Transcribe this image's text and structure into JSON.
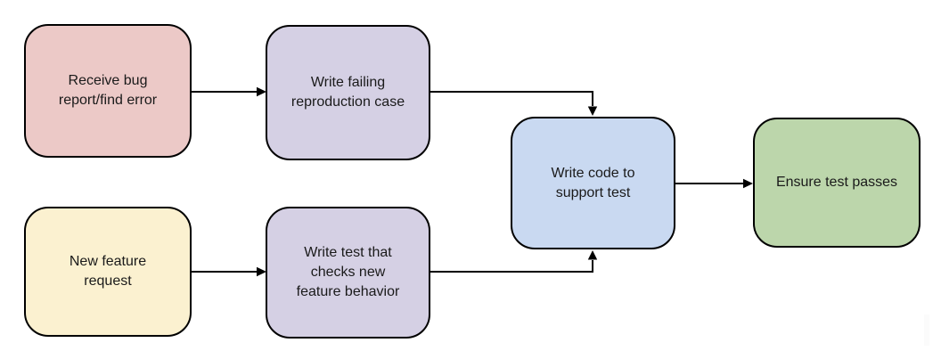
{
  "colors": {
    "background": "#ffffff",
    "border": "#000000",
    "arrow": "#000000",
    "text": "#1a1a1a",
    "artifact": "#fbfbfb",
    "nodes": {
      "receive_bug": "#ecc9c7",
      "write_failing": "#d5d0e4",
      "new_feature": "#fbf1d0",
      "write_test": "#d5d0e4",
      "write_code": "#c9d9f1",
      "ensure_pass": "#bcd6ab"
    }
  },
  "nodes": {
    "receive_bug": {
      "label": "Receive bug\nreport/find error"
    },
    "write_failing": {
      "label": "Write failing\nreproduction case"
    },
    "new_feature": {
      "label": "New feature\nrequest"
    },
    "write_test": {
      "label": "Write test that\nchecks new\nfeature behavior"
    },
    "write_code": {
      "label": "Write code to\nsupport test"
    },
    "ensure_pass": {
      "label": "Ensure test passes"
    }
  },
  "edges": [
    {
      "from": "receive_bug",
      "to": "write_failing"
    },
    {
      "from": "write_failing",
      "to": "write_code"
    },
    {
      "from": "new_feature",
      "to": "write_test"
    },
    {
      "from": "write_test",
      "to": "write_code"
    },
    {
      "from": "write_code",
      "to": "ensure_pass"
    }
  ]
}
